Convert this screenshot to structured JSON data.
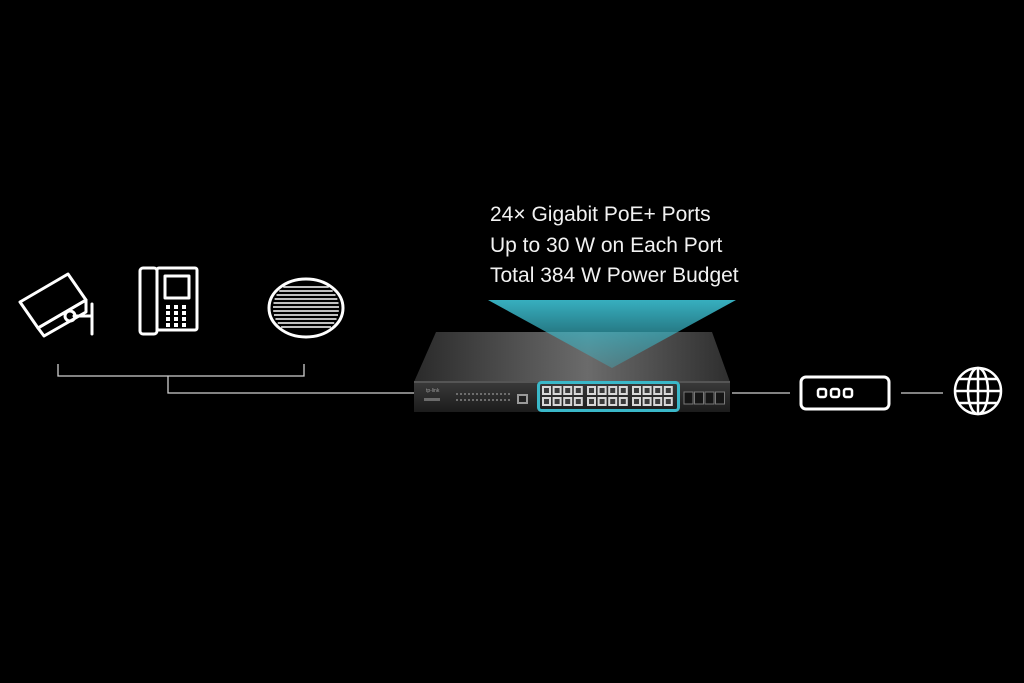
{
  "caption": {
    "lines": [
      "24× Gigabit PoE+ Ports",
      "Up to 30 W on Each Port",
      "Total 384 W Power Budget"
    ]
  },
  "devices": {
    "left": [
      "camera-icon",
      "desk-phone-icon",
      "access-point-icon"
    ],
    "switch": "poe-switch",
    "right": [
      "router-icon",
      "globe-icon"
    ]
  },
  "colors": {
    "background": "#000000",
    "accent": "#3ab8c9",
    "line": "#cfcfcf",
    "text": "#f2f2f2"
  }
}
